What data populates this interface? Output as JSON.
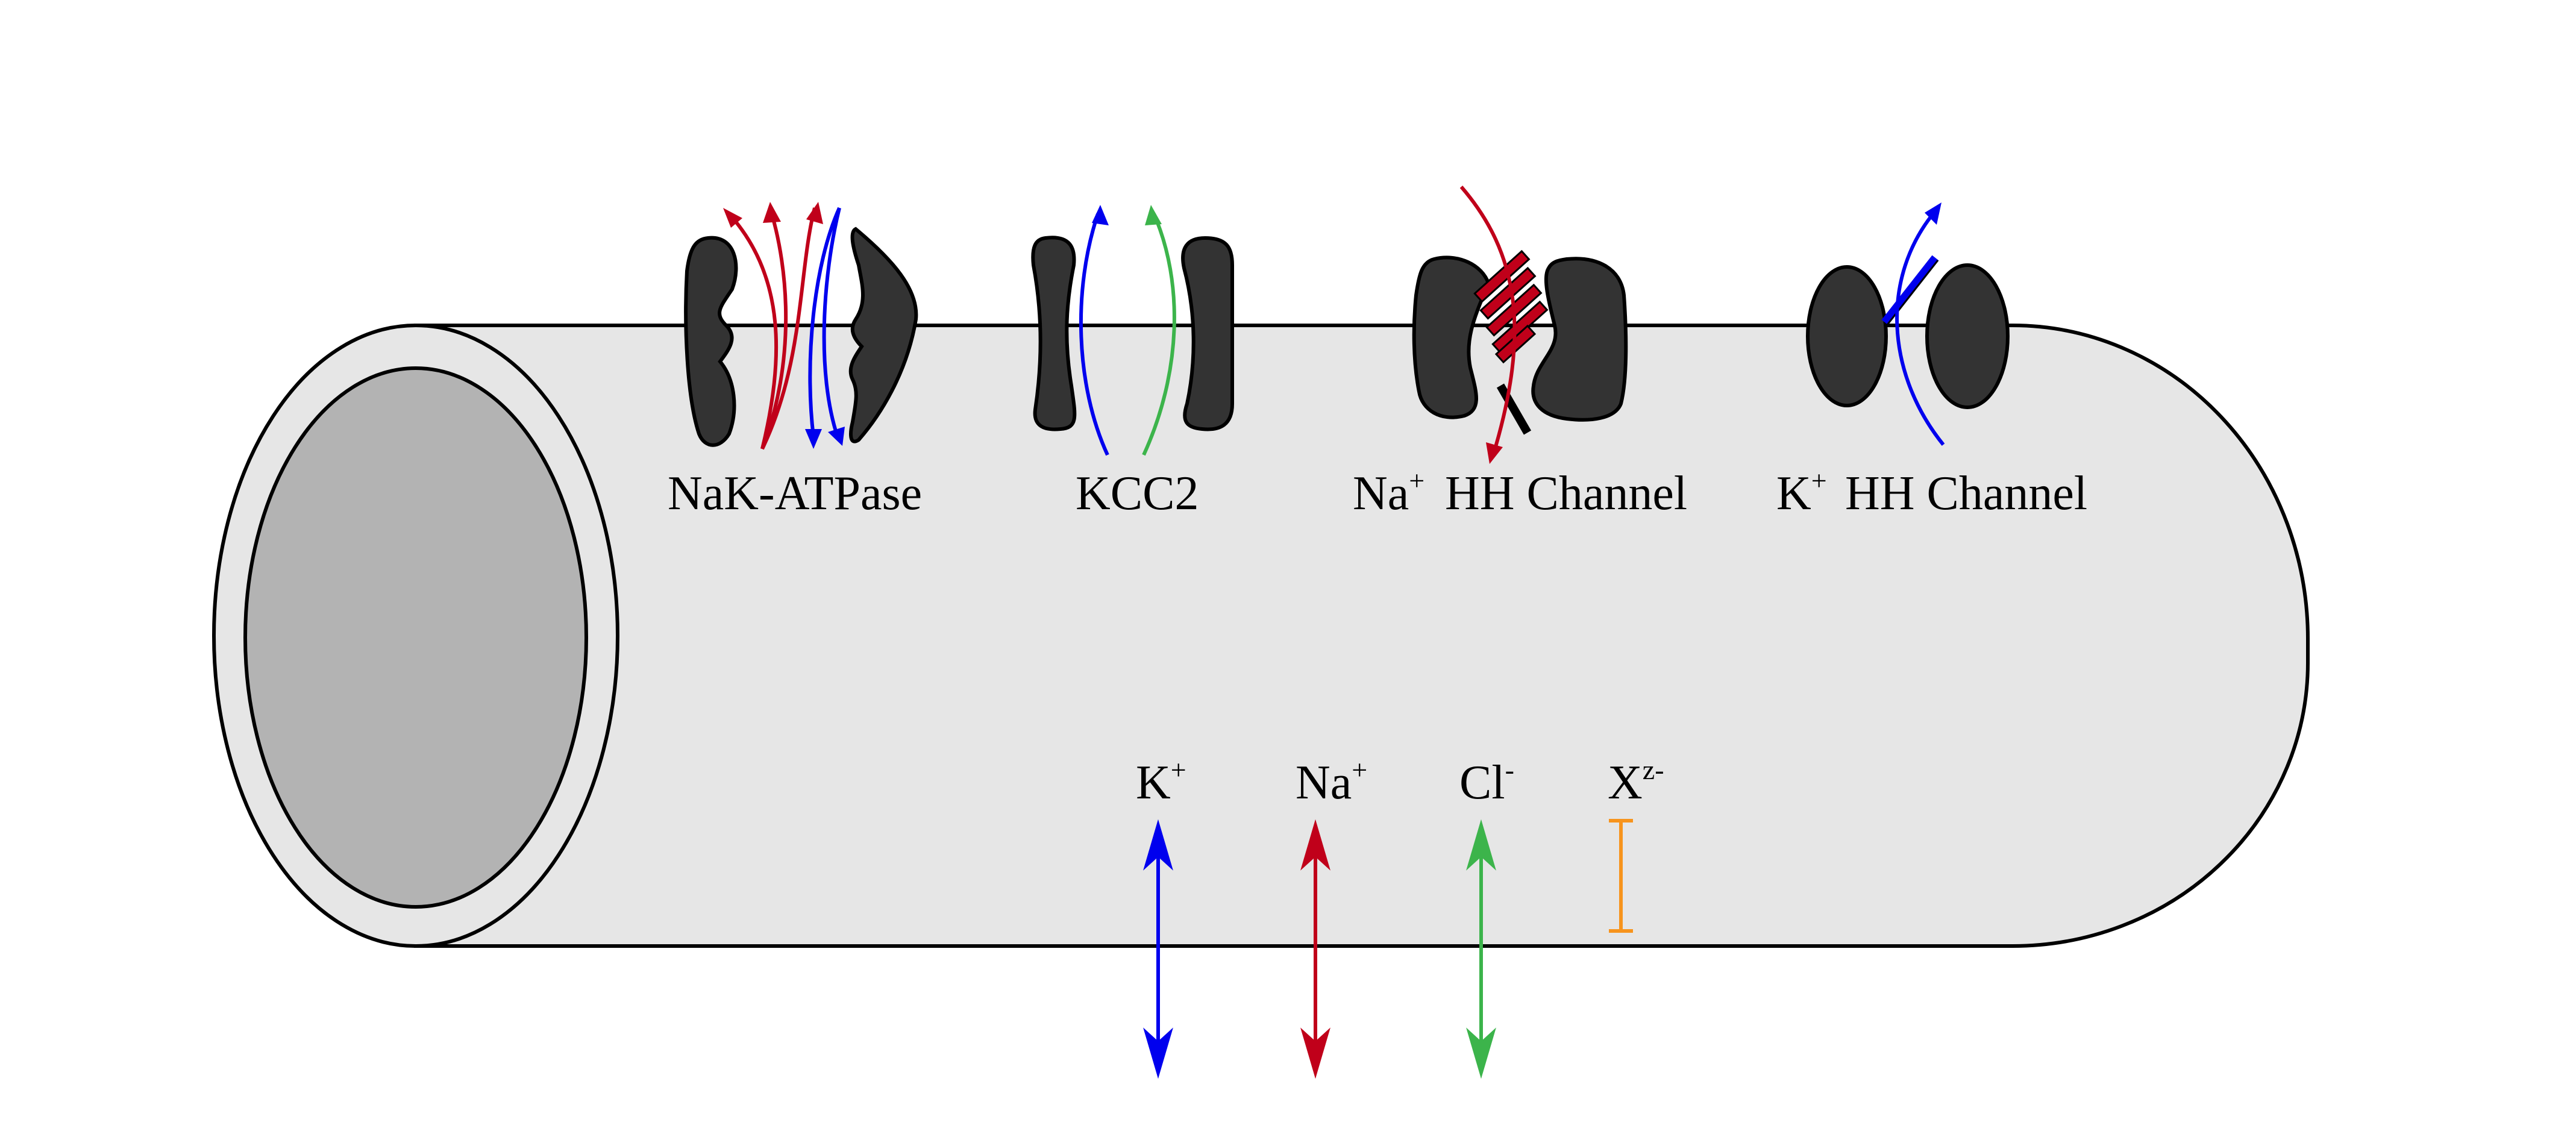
{
  "colors": {
    "membrane": "#e6e6e6",
    "lumen": "#b3b3b3",
    "protein": "#333333",
    "outline": "#000000",
    "potassium": "#0000ee",
    "sodium": "#c0001a",
    "chloride": "#3cb44b",
    "impermeant": "#f7941d"
  },
  "transporters": [
    {
      "name": "NaK-ATPase"
    },
    {
      "name": "KCC2"
    },
    {
      "name": "Na",
      "sup": "+",
      "suffix": "HH Channel"
    },
    {
      "name": "K",
      "sup": "+",
      "suffix": "HH Channel"
    }
  ],
  "ions": [
    {
      "symbol": "K",
      "sup": "+"
    },
    {
      "symbol": "Na",
      "sup": "+"
    },
    {
      "symbol": "Cl",
      "sup": "-"
    },
    {
      "symbol": "X",
      "sup": "z-"
    }
  ]
}
